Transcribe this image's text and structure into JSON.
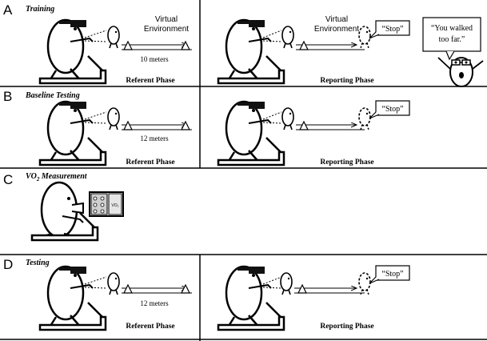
{
  "panels": {
    "A": {
      "letter": "A",
      "title": "Training",
      "env_label_left": [
        "Virtual",
        "Environment"
      ],
      "env_label_right": [
        "Virtual",
        "Environment"
      ],
      "distance": "10 meters",
      "phase_left": "Referent Phase",
      "phase_right": "Reporting Phase",
      "speech_stop": "“Stop”",
      "speech_feedback": [
        "“You walked",
        "too far.”"
      ]
    },
    "B": {
      "letter": "B",
      "title": "Baseline Testing",
      "distance": "12 meters",
      "phase_left": "Referent Phase",
      "phase_right": "Reporting Phase",
      "speech_stop": "“Stop”"
    },
    "C": {
      "letter": "C",
      "title_main": "VO",
      "title_sub": "2",
      "title_rest": " Measurement",
      "device_label": "VO₂"
    },
    "D": {
      "letter": "D",
      "title": "Testing",
      "distance": "12 meters",
      "phase_left": "Referent Phase",
      "phase_right": "Reporting Phase",
      "speech_stop": "“Stop”"
    }
  },
  "icons": [
    "participant-icon",
    "hmd-icon",
    "avatar-icon",
    "cone-icon",
    "experimenter-icon",
    "vo2-analyzer-icon"
  ]
}
